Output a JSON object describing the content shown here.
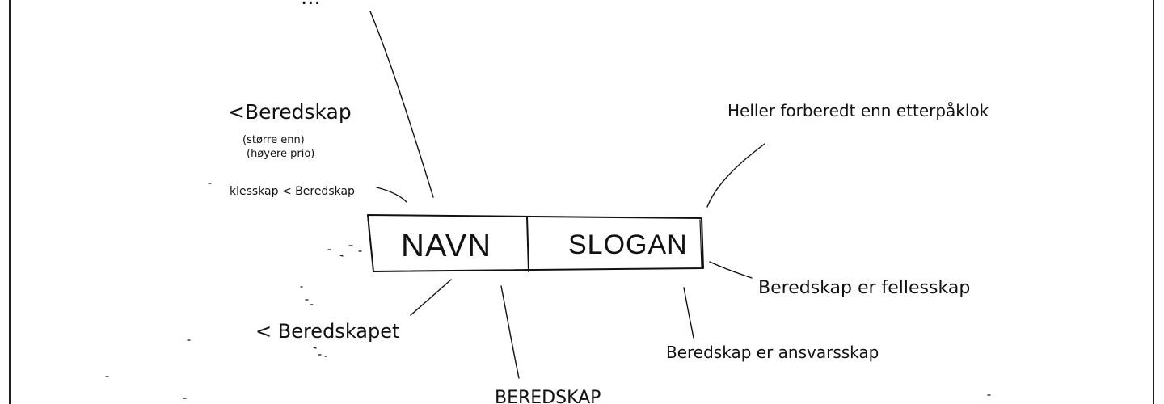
{
  "sketch": {
    "box": {
      "left_label": "NAVN",
      "right_label": "SLOGAN"
    },
    "annotations": {
      "top_cut_text": "...",
      "beredskap_main": "<Beredskap",
      "stor_line1": "(større enn)",
      "stor_line2": "(høyere prio)",
      "klesskap": "klesskap < Beredskap",
      "heller": "Heller forberedt enn etterpåklok",
      "felles": "Beredskap er fellesskap",
      "ansvar": "Beredskap er ansvarsskap",
      "beredskapet": "< Beredskapet",
      "bottom_cut": "BEREDSKAP"
    }
  },
  "colors": {
    "ink": "#111111",
    "paper": "#ffffff",
    "frame": "#1c1c1c"
  }
}
